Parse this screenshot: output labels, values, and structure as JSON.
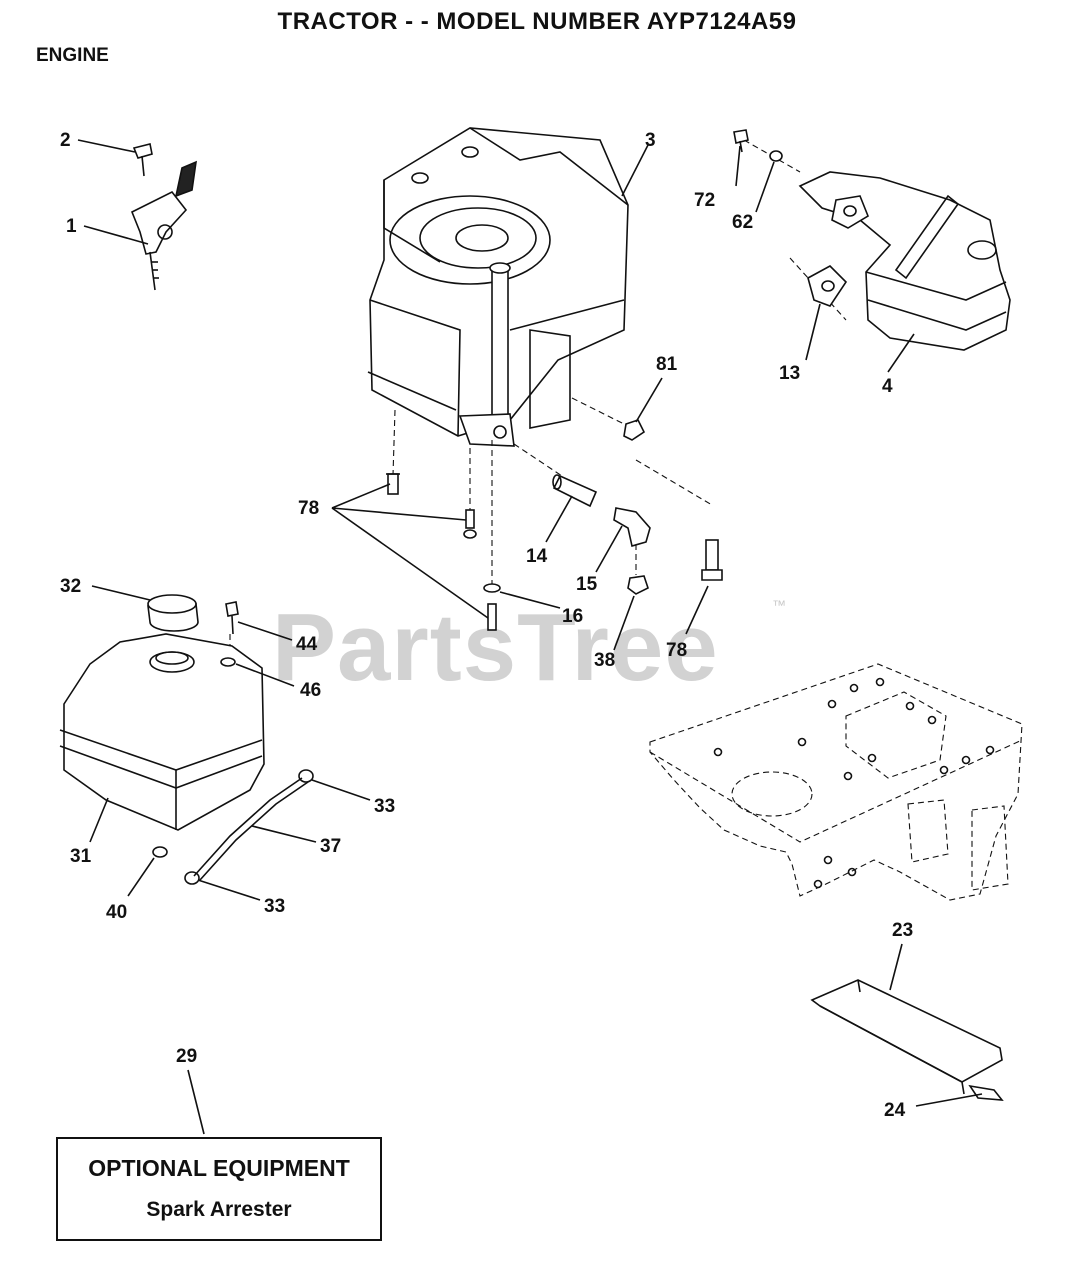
{
  "header": {
    "title": "TRACTOR - - MODEL NUMBER AYP7124A59",
    "section": "ENGINE"
  },
  "watermark": {
    "text": "PartsTree",
    "trademark": "™"
  },
  "callouts": {
    "c1": "1",
    "c2": "2",
    "c3": "3",
    "c4": "4",
    "c13": "13",
    "c14": "14",
    "c15": "15",
    "c16": "16",
    "c23": "23",
    "c24": "24",
    "c29": "29",
    "c31": "31",
    "c32": "32",
    "c33a": "33",
    "c33b": "33",
    "c37": "37",
    "c38": "38",
    "c40": "40",
    "c44": "44",
    "c46": "46",
    "c62": "62",
    "c72": "72",
    "c78a": "78",
    "c78b": "78",
    "c81": "81"
  },
  "optional_box": {
    "title": "OPTIONAL EQUIPMENT",
    "subtitle": "Spark Arrester"
  }
}
